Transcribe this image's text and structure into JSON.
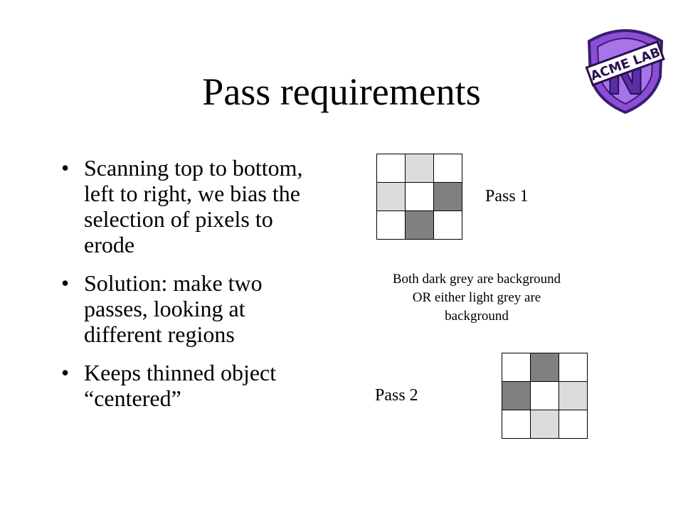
{
  "slide": {
    "title": "Pass requirements",
    "bullets": [
      "Scanning top to bottom, left to right, we bias the selection of pixels to erode",
      "Solution: make two passes, looking at different regions",
      "Keeps thinned object “centered”"
    ],
    "bullet_symbol": "•"
  },
  "pass1": {
    "label": "Pass 1",
    "cells": [
      "white",
      "light",
      "white",
      "light",
      "white",
      "dark",
      "white",
      "dark",
      "white"
    ]
  },
  "pass2": {
    "label": "Pass 2",
    "cells": [
      "white",
      "dark",
      "white",
      "dark",
      "white",
      "light",
      "white",
      "light",
      "white"
    ]
  },
  "note": "Both dark grey are background OR either light grey are background",
  "colors": {
    "white": "#ffffff",
    "light": "#dcdcdc",
    "dark": "#808080",
    "logo_purple": "#8a4fd6",
    "logo_dark": "#3b1d6e"
  },
  "logo": {
    "icon": "acme-lab-shield-logo",
    "text": "ACME LAB",
    "letter": "N"
  }
}
